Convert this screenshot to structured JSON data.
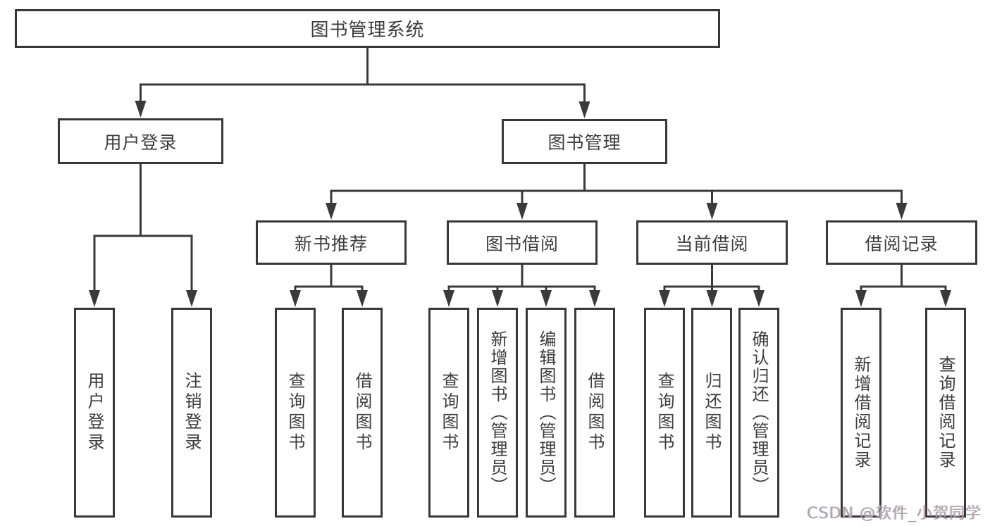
{
  "diagram_title": "图书管理系统",
  "colors": {
    "line": "#3a3a3a",
    "box_border": "#383838",
    "text": "#3d3d3d",
    "background": "#ffffff",
    "watermark": "#a9a9a9"
  },
  "nodes": {
    "system": {
      "label": "图书管理系统"
    },
    "user_login": {
      "label": "用户登录"
    },
    "book_mgmt": {
      "label": "图书管理"
    },
    "new_book_rec": {
      "label": "新书推荐"
    },
    "book_borrow": {
      "label": "图书借阅"
    },
    "current_borrow": {
      "label": "当前借阅"
    },
    "borrow_records": {
      "label": "借阅记录"
    },
    "leaf_user_login": {
      "label": "用户登录"
    },
    "leaf_logout": {
      "label": "注销登录"
    },
    "leaf_query_book_rec": {
      "label": "查询图书"
    },
    "leaf_borrow_book_rec": {
      "label": "借阅图书"
    },
    "leaf_query_book_borrow": {
      "label": "查询图书"
    },
    "leaf_add_book_admin": {
      "label": "新增图书（管理员）"
    },
    "leaf_edit_book_admin": {
      "label": "编辑图书（管理员）"
    },
    "leaf_borrow_book_borrow": {
      "label": "借阅图书"
    },
    "leaf_query_book_current": {
      "label": "查询图书"
    },
    "leaf_return_book": {
      "label": "归还图书"
    },
    "leaf_confirm_return_admin": {
      "label": "确认归还（管理员）"
    },
    "leaf_add_borrow_record": {
      "label": "新增借阅记录"
    },
    "leaf_query_borrow_record": {
      "label": "查询借阅记录"
    }
  },
  "hierarchy": {
    "图书管理系统": {
      "用户登录": [
        "用户登录",
        "注销登录"
      ],
      "图书管理": {
        "新书推荐": [
          "查询图书",
          "借阅图书"
        ],
        "图书借阅": [
          "查询图书",
          "新增图书（管理员）",
          "编辑图书（管理员）",
          "借阅图书"
        ],
        "当前借阅": [
          "查询图书",
          "归还图书",
          "确认归还（管理员）"
        ],
        "借阅记录": [
          "新增借阅记录",
          "查询借阅记录"
        ]
      }
    }
  },
  "watermark": {
    "text": "CSDN @软件_小贺同学"
  }
}
